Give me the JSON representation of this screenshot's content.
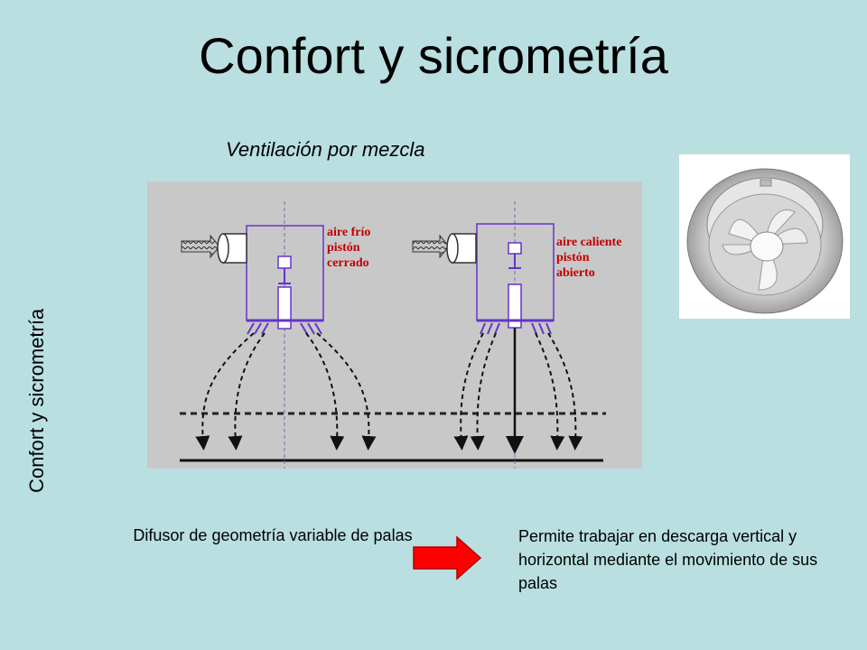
{
  "slide": {
    "title": "Confort y sicrometría",
    "subtitle": "Ventilación por mezcla",
    "side_label": "Confort y sicrometría"
  },
  "diagram": {
    "left_unit": {
      "line1": "aire frío",
      "line2": "pistón",
      "line3": "cerrado"
    },
    "right_unit": {
      "line1": "aire caliente",
      "line2": "pistón",
      "line3": "abierto"
    }
  },
  "captions": {
    "left": "Difusor de geometría variable de palas",
    "right": "Permite trabajar en descarga vertical y horizontal mediante el movimiento de sus palas"
  },
  "colors": {
    "background": "#b9dfe0",
    "diagram_bg": "#c8c8c8",
    "outline_purple": "#6633cc",
    "label_red": "#c00000",
    "arrow_red": "#ff0000"
  },
  "icons": [
    "diffuser-photo",
    "right-arrow-icon"
  ]
}
